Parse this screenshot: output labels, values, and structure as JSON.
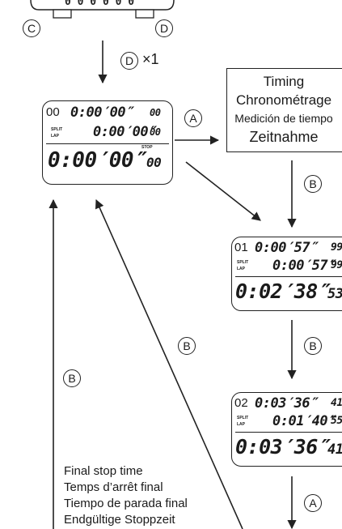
{
  "buttons": {
    "a": "A",
    "b": "B",
    "c": "C",
    "d": "D"
  },
  "step_times": "×1",
  "timing": {
    "en": "Timing",
    "fr": "Chronométrage",
    "es": "Medición de tiempo",
    "de": "Zeitnahme"
  },
  "display_labels": {
    "split": "SPLIT",
    "lap": "LAP",
    "stop": "STOP"
  },
  "display_initial": {
    "index": "00",
    "row1": "0:00′00″",
    "row1_frac": "00",
    "row2": "0:00′00″",
    "row2_frac": "00",
    "row3": "0:00′00″",
    "row3_frac": "00"
  },
  "display_split1": {
    "index": "01",
    "row1": "0:00′57″",
    "row1_frac": "99",
    "row2": "0:00′57″",
    "row2_frac": "99",
    "row3": "0:02′38″",
    "row3_frac": "53"
  },
  "display_split2": {
    "index": "02",
    "row1": "0:03′36″",
    "row1_frac": "41",
    "row2": "0:01′40″",
    "row2_frac": "55",
    "row3": "0:03′36″",
    "row3_frac": "41"
  },
  "final_stop": {
    "en": "Final stop time",
    "fr": "Temps d’arrêt final",
    "es": "Tiempo de parada final",
    "de": "Endgültige Stoppzeit"
  }
}
